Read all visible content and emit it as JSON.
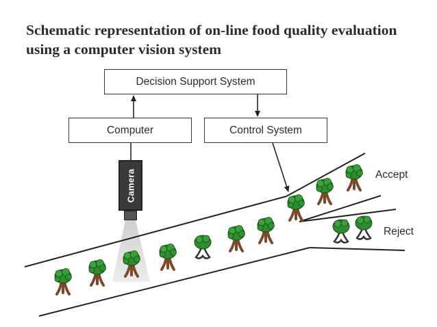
{
  "title": "Schematic representation of on-line food quality evaluation using a computer vision system",
  "boxes": {
    "decision_support": "Decision Support System",
    "computer": "Computer",
    "control": "Control System"
  },
  "camera": "Camera",
  "outputs": {
    "accept": "Accept",
    "reject": "Reject"
  },
  "colors": {
    "line": "#222222",
    "broccoli_green": "#2e8b2e",
    "stem_brown": "#7a4a2a"
  }
}
